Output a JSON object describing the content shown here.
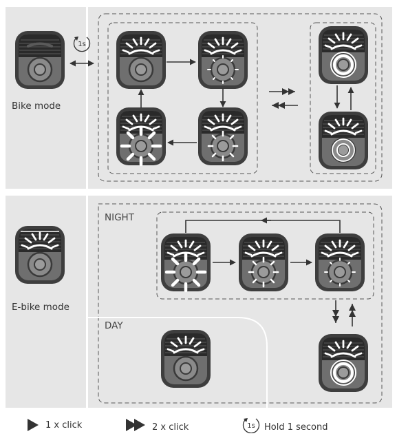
{
  "bike_panel": {
    "mode_label": "Bike mode",
    "timer_label": "1s"
  },
  "ebike_panel": {
    "mode_label": "E-bike mode",
    "night_label": "NIGHT",
    "day_label": "DAY"
  },
  "legend": {
    "single_click": "1 x click",
    "double_click": "2 x click",
    "timer_label": "1s",
    "hold": "Hold 1 second"
  },
  "colors": {
    "panel_background": "#e6e6e6",
    "device_body": "#444444",
    "device_lens": "#7d7d7d",
    "light_rays": "#ffffff",
    "arrows": "#333333"
  }
}
